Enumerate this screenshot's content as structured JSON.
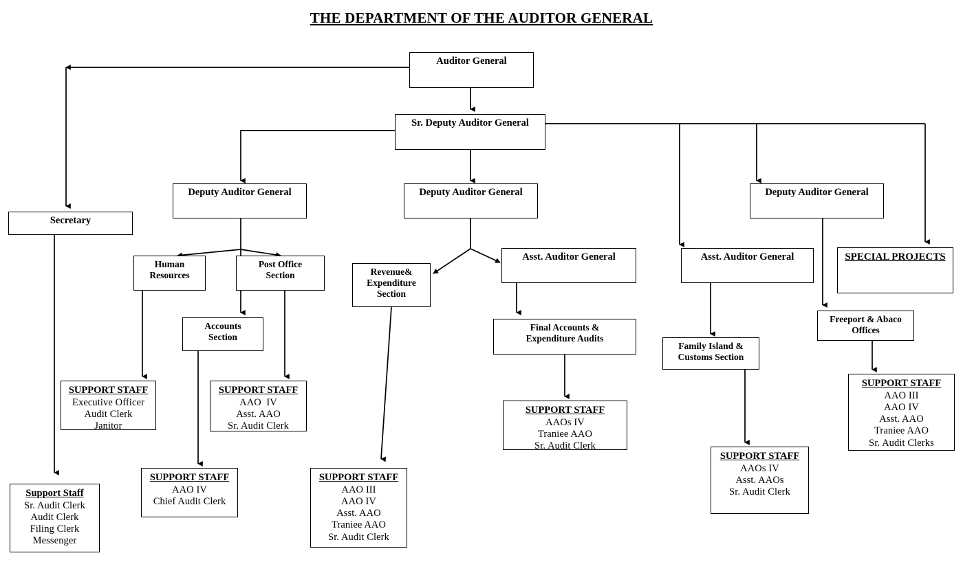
{
  "title": "THE DEPARTMENT OF THE AUDITOR GENERAL",
  "nodes": {
    "auditor_general": {
      "lines": [
        "Auditor General"
      ]
    },
    "sr_deputy": {
      "lines": [
        "Sr. Deputy Auditor General"
      ]
    },
    "secretary": {
      "lines": [
        "Secretary"
      ]
    },
    "deputy_left": {
      "lines": [
        "Deputy Auditor General"
      ]
    },
    "deputy_center": {
      "lines": [
        "Deputy Auditor General"
      ]
    },
    "deputy_right": {
      "lines": [
        "Deputy Auditor General"
      ]
    },
    "human_resources": {
      "lines": [
        "Human",
        "Resources"
      ]
    },
    "post_office": {
      "lines": [
        "Post Office",
        "Section"
      ]
    },
    "accounts_section": {
      "lines": [
        "Accounts",
        "Section"
      ]
    },
    "revenue_expenditure": {
      "lines": [
        "Revenue&",
        "Expenditure",
        "Section"
      ]
    },
    "asst_ag_center": {
      "lines": [
        "Asst. Auditor General"
      ]
    },
    "final_accounts": {
      "lines": [
        "Final Accounts &",
        "Expenditure Audits"
      ]
    },
    "asst_ag_right": {
      "lines": [
        "Asst. Auditor General"
      ]
    },
    "family_island": {
      "lines": [
        "Family Island &",
        "Customs Section"
      ]
    },
    "special_projects": {
      "heading": "SPECIAL PROJECTS",
      "lines": []
    },
    "freeport_abaco": {
      "lines": [
        "Freeport & Abaco",
        "Offices"
      ]
    },
    "staff_secretary": {
      "heading": "Support Staff",
      "lines": [
        "Sr. Audit Clerk",
        "Audit Clerk",
        "Filing Clerk",
        "Messenger"
      ]
    },
    "staff_hr": {
      "heading": "SUPPORT STAFF",
      "lines": [
        "Executive Officer",
        "Audit Clerk",
        "Janitor"
      ]
    },
    "staff_accounts": {
      "heading": "SUPPORT STAFF",
      "lines": [
        "AAO IV",
        "Chief Audit Clerk"
      ]
    },
    "staff_post_office": {
      "heading": "SUPPORT STAFF",
      "lines": [
        "AAO  IV",
        "Asst. AAO",
        "Sr. Audit Clerk"
      ]
    },
    "staff_revenue": {
      "heading": "SUPPORT STAFF",
      "lines": [
        "AAO III",
        "AAO IV",
        "Asst. AAO",
        "Traniee AAO",
        "Sr. Audit Clerk"
      ]
    },
    "staff_final_accounts": {
      "heading": "SUPPORT STAFF",
      "lines": [
        "AAOs IV",
        "Traniee AAO",
        "Sr. Audit Clerk"
      ]
    },
    "staff_family_island": {
      "heading": "SUPPORT STAFF",
      "lines": [
        "AAOs IV",
        "Asst. AAOs",
        "Sr. Audit Clerk"
      ]
    },
    "staff_freeport": {
      "heading": "SUPPORT STAFF",
      "lines": [
        "AAO III",
        "AAO IV",
        "Asst. AAO",
        "Traniee AAO",
        "Sr. Audit Clerks"
      ]
    }
  },
  "chart_data": {
    "type": "diagram",
    "diagram_kind": "organization-chart",
    "title": "THE DEPARTMENT OF THE AUDITOR GENERAL",
    "edges": [
      {
        "from": "auditor_general",
        "to": "sr_deputy"
      },
      {
        "from": "auditor_general",
        "to": "secretary"
      },
      {
        "from": "sr_deputy",
        "to": "deputy_left"
      },
      {
        "from": "sr_deputy",
        "to": "deputy_center"
      },
      {
        "from": "sr_deputy",
        "to": "deputy_right"
      },
      {
        "from": "sr_deputy",
        "to": "asst_ag_right"
      },
      {
        "from": "sr_deputy",
        "to": "special_projects"
      },
      {
        "from": "deputy_left",
        "to": "human_resources"
      },
      {
        "from": "deputy_left",
        "to": "accounts_section"
      },
      {
        "from": "deputy_left",
        "to": "post_office"
      },
      {
        "from": "deputy_center",
        "to": "revenue_expenditure"
      },
      {
        "from": "deputy_center",
        "to": "asst_ag_center"
      },
      {
        "from": "deputy_right",
        "to": "freeport_abaco"
      },
      {
        "from": "asst_ag_center",
        "to": "final_accounts"
      },
      {
        "from": "asst_ag_right",
        "to": "family_island"
      },
      {
        "from": "secretary",
        "to": "staff_secretary"
      },
      {
        "from": "human_resources",
        "to": "staff_hr"
      },
      {
        "from": "accounts_section",
        "to": "staff_accounts"
      },
      {
        "from": "post_office",
        "to": "staff_post_office"
      },
      {
        "from": "revenue_expenditure",
        "to": "staff_revenue"
      },
      {
        "from": "final_accounts",
        "to": "staff_final_accounts"
      },
      {
        "from": "family_island",
        "to": "staff_family_island"
      },
      {
        "from": "freeport_abaco",
        "to": "staff_freeport"
      }
    ]
  }
}
